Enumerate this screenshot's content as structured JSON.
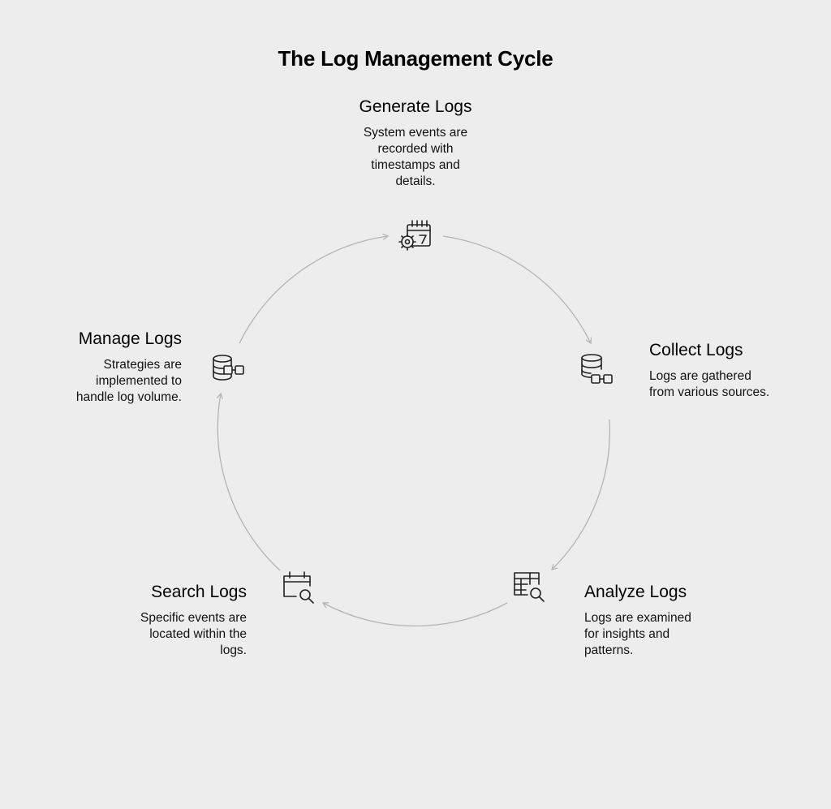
{
  "title": "The Log Management Cycle",
  "stages": [
    {
      "label": "Generate Logs",
      "description_lines": [
        "System events are",
        "recorded with",
        "timestamps and",
        "details."
      ],
      "icon": "calendar-gear-icon"
    },
    {
      "label": "Collect Logs",
      "description_lines": [
        "Logs are gathered",
        "from various sources."
      ],
      "icon": "database-link-icon"
    },
    {
      "label": "Analyze Logs",
      "description_lines": [
        "Logs are examined",
        "for insights and",
        "patterns."
      ],
      "icon": "table-search-icon"
    },
    {
      "label": "Search Logs",
      "description_lines": [
        "Specific events are",
        "located within the",
        "logs."
      ],
      "icon": "calendar-search-icon"
    },
    {
      "label": "Manage Logs",
      "description_lines": [
        "Strategies are",
        "implemented to",
        "handle log volume."
      ],
      "icon": "database-link-icon"
    }
  ],
  "colors": {
    "background": "#ededed",
    "arc": "#b4b4b4",
    "icon": "#222222",
    "text": "#111111"
  }
}
